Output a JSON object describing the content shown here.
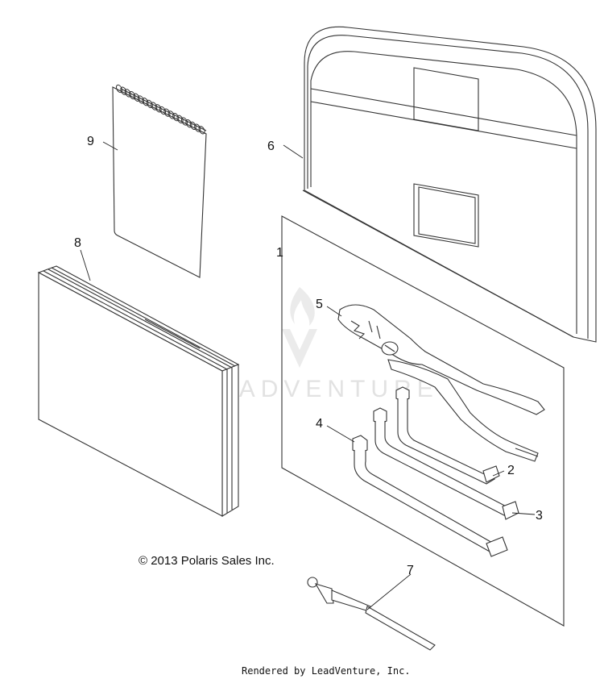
{
  "diagram": {
    "callouts": [
      {
        "id": "9",
        "label": "9"
      },
      {
        "id": "6",
        "label": "6"
      },
      {
        "id": "8",
        "label": "8"
      },
      {
        "id": "1",
        "label": "1"
      },
      {
        "id": "5",
        "label": "5"
      },
      {
        "id": "4",
        "label": "4"
      },
      {
        "id": "2",
        "label": "2"
      },
      {
        "id": "3",
        "label": "3"
      },
      {
        "id": "7",
        "label": "7"
      }
    ],
    "watermark": "LEADVENTURE",
    "copyright": "© 2013 Polaris Sales Inc.",
    "footer": "Rendered by LeadVenture, Inc."
  }
}
